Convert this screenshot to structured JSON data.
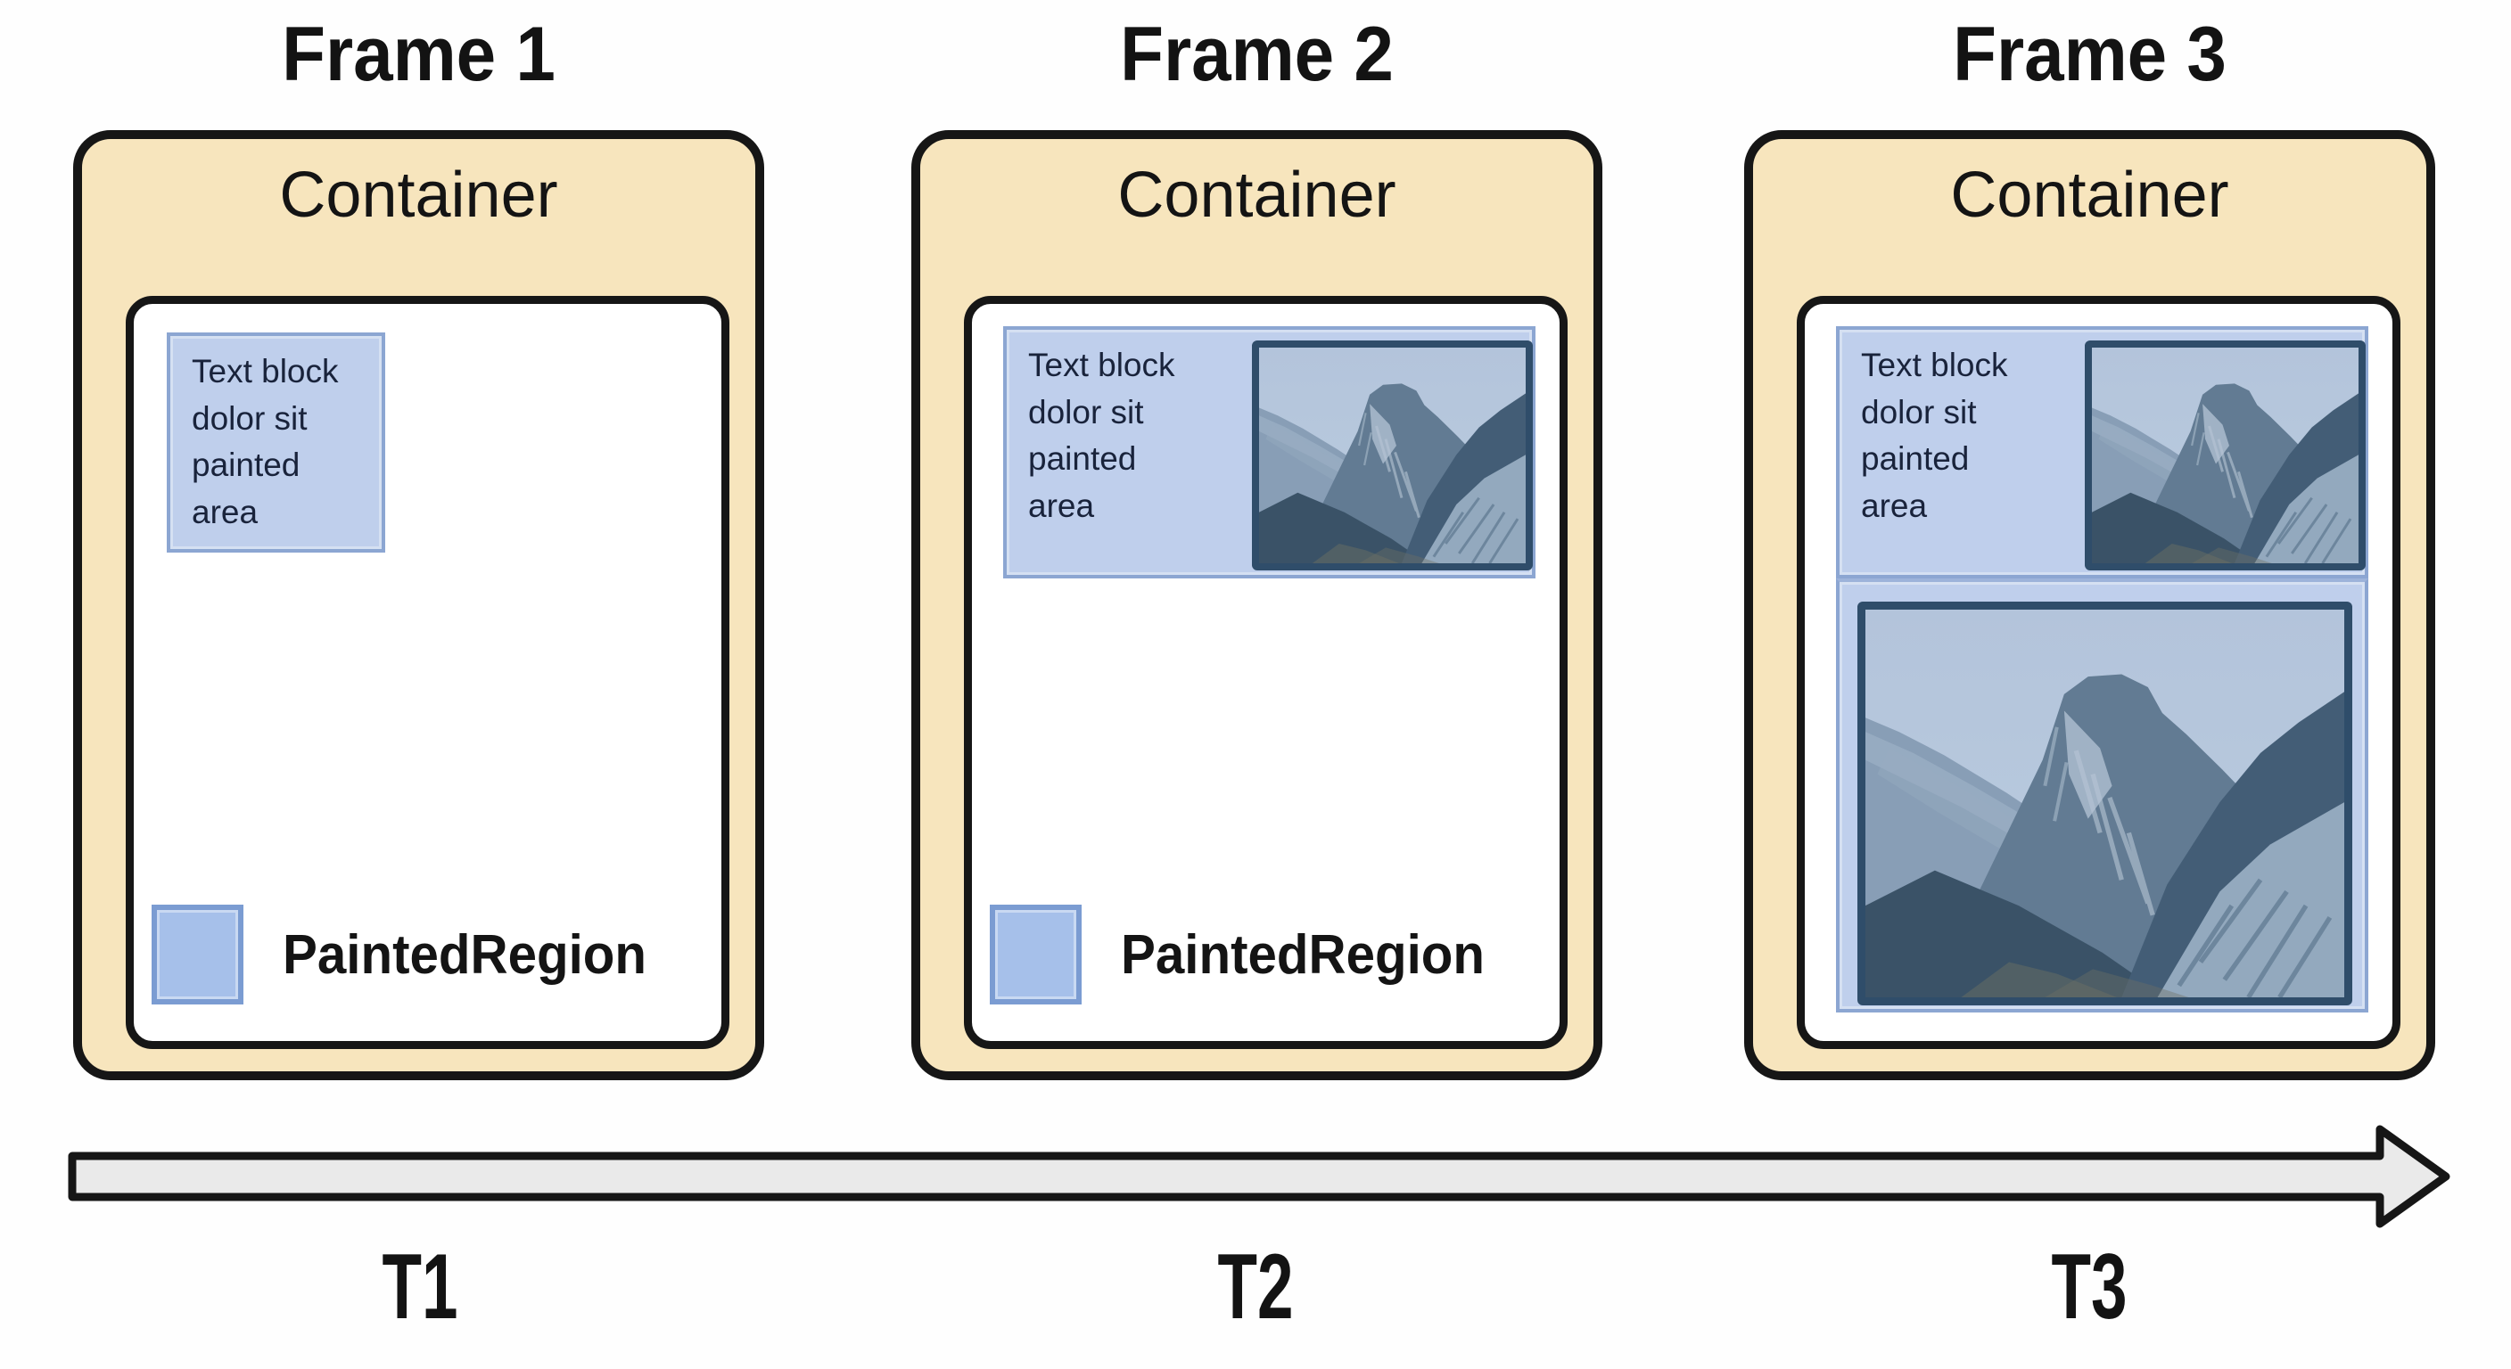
{
  "diagram": {
    "frames": [
      {
        "title": "Frame 1",
        "container_label": "Container"
      },
      {
        "title": "Frame 2",
        "container_label": "Container"
      },
      {
        "title": "Frame 3",
        "container_label": "Container"
      }
    ],
    "text_block_lines": [
      "Text block",
      "dolor sit",
      "painted",
      "area"
    ],
    "legend_label": "PaintedRegion",
    "timeline_labels": [
      "T1",
      "T2",
      "T3"
    ],
    "colors": {
      "container-fill": "#f7e5bd",
      "outline": "#161616",
      "painted-fill": "#bfcfec",
      "painted-border": "#8ca6d2",
      "swatch-fill": "#a6c0ea",
      "swatch-border": "#7b9cd2",
      "photo-border": "#2f4d6a",
      "text-color": "#19233b",
      "arrow-fill": "#eaeaea"
    }
  }
}
